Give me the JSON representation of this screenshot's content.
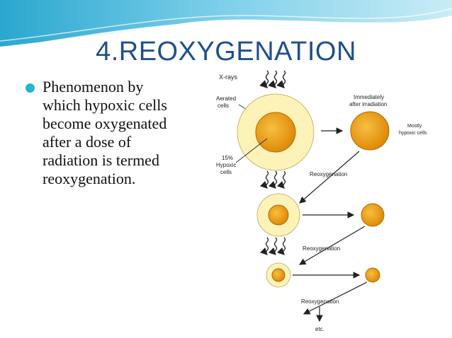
{
  "slide": {
    "title": "4.REOXYGENATION",
    "bullet": "Phenomenon by\nwhich hypoxic cells\nbecome oxygenated\nafter  a dose of\nradiation is termed\nreoxygenation."
  },
  "figure": {
    "labels": {
      "xrays": "X-rays",
      "aerated_1": "Aerated",
      "aerated_2": "cells",
      "hypoxic_1": "15%",
      "hypoxic_2": "Hypoxic",
      "hypoxic_3": "cells",
      "immediately_1": "Immediately",
      "immediately_2": "after irradiation",
      "mostly_1": "Mostly",
      "mostly_2": "hypoxic cells",
      "reox_1": "Reoxygenation",
      "reox_2": "Reoxygenation",
      "reox_3": "Reoxygenation",
      "etc": "etc."
    }
  },
  "colors": {
    "title": "#1f4f8f",
    "bullet": "#22b5d4",
    "outer_cell": "#fdf3b8",
    "inner_cell": "#f2a10c"
  }
}
